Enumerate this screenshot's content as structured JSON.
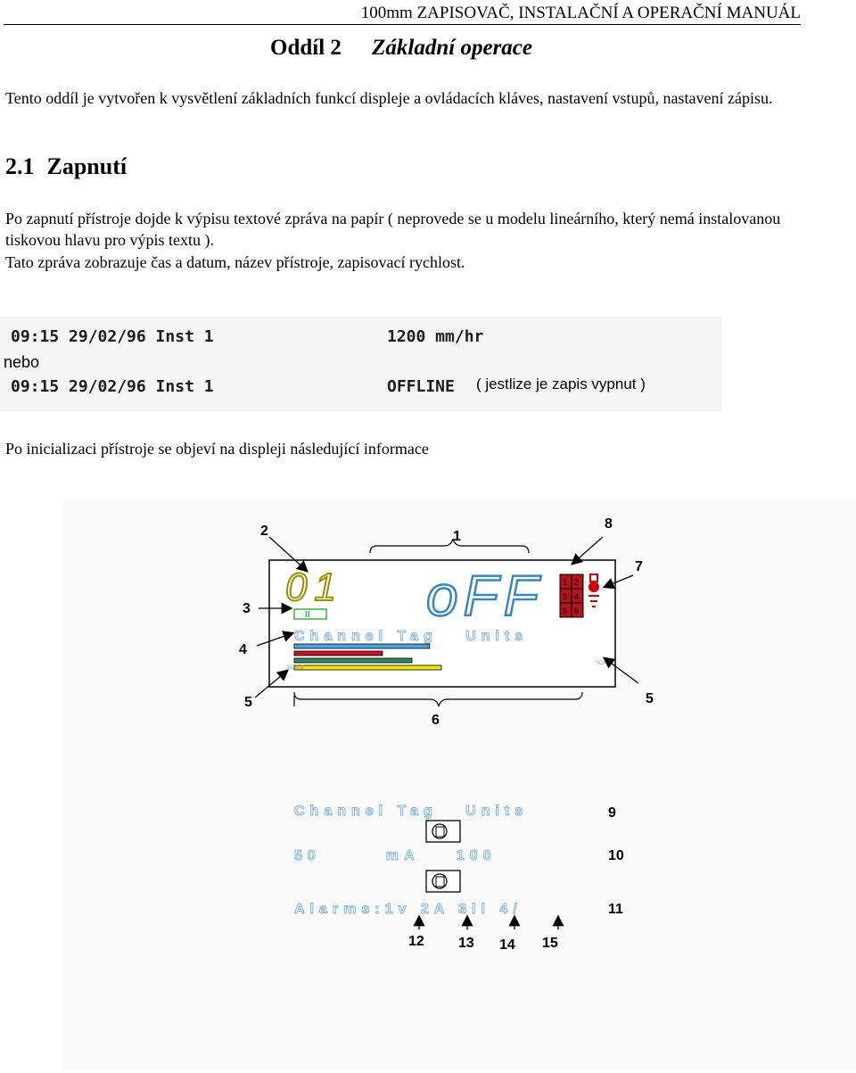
{
  "header": {
    "title": "100mm ZAPISOVAČ, INSTALAČNÍ A OPERAČNÍ MANUÁL"
  },
  "section": {
    "number": "Oddíl 2",
    "title": "Základní operace"
  },
  "intro": "Tento oddíl je vytvořen k vysvětlení základních funkcí displeje a ovládacích kláves, nastavení vstupů, nastavení zápisu.",
  "subsection": {
    "number": "2.1",
    "title": "Zapnutí",
    "para1": "Po zapnutí přístroje dojde k výpisu textové zpráva na papír ( neprovede se u modelu lineárního, který nemá instalovanou tiskovou hlavu pro výpis textu ).",
    "para2": "Tato zpráva zobrazuje čas a datum, název přístroje, zapisovací rychlost."
  },
  "printout": {
    "line1_left": "09:15 29/02/96 Inst 1",
    "line1_right": "1200 mm/hr",
    "or": "nebo",
    "line2_left": "09:15 29/02/96 Inst 1",
    "line2_right": "OFFLINE",
    "line2_note": "( jestlize je zapis vypnut )"
  },
  "after_init": "Po inicializaci přístroje se objeví na displeji následující informace",
  "display": {
    "channel_digits": "01",
    "main_text": "oFF",
    "indicator": "II",
    "tag_line": "Channel Tag   Units",
    "alarm_grid": [
      "1",
      "2",
      "3",
      "4",
      "5",
      "6"
    ],
    "callouts": [
      "1",
      "2",
      "3",
      "4",
      "5",
      "5",
      "6",
      "7",
      "8"
    ],
    "bars": [
      {
        "color": "#4aa3df",
        "fraction": 0.46
      },
      {
        "color": "#c8102e",
        "fraction": 0.3
      },
      {
        "color": "#2e8b57",
        "fraction": 0.4
      },
      {
        "color": "#f2e600",
        "fraction": 0.5
      }
    ]
  },
  "scroll_rows": {
    "row9": "Channel Tag   Units",
    "row10": "50       mA    100",
    "row11": "Alarms:1v 2A 3ll 4/ ",
    "row_numbers": [
      "9",
      "10",
      "11"
    ],
    "alarm_pointers": [
      "12",
      "13",
      "14",
      "15"
    ]
  }
}
